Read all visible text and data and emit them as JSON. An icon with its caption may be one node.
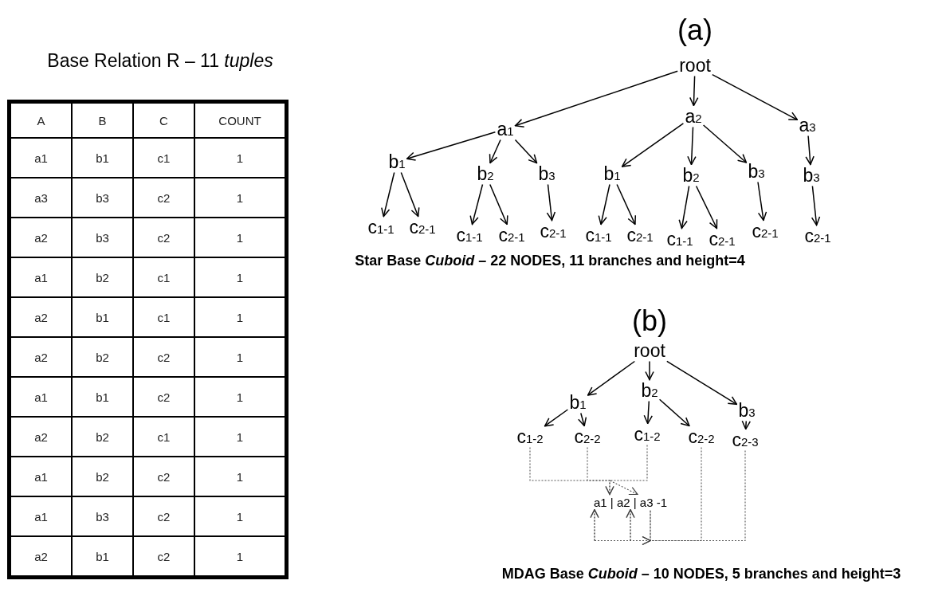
{
  "diagram": {
    "nodes": [
      {
        "text": [
          "root"
        ]
      },
      {
        "text": [
          "a$_{1}$"
        ]
      },
      {
        "text": [
          "a$_{2}$"
        ]
      },
      {
        "text": [
          "a$_{3}$"
        ]
      },
      {
        "text": [
          "b$_{1}$"
        ]
      },
      {
        "text": [
          "b$_{2}$"
        ]
      },
      {
        "text": [
          "b$_{3}$"
        ]
      },
      {
        "text": [
          "b$_{1}$"
        ]
      },
      {
        "text": [
          "b$_{2}$"
        ]
      },
      {
        "text": [
          "b$_{3}$"
        ]
      },
      {
        "text": [
          "b$_{3}$"
        ]
      },
      {
        "text": [
          "c$_{1-1}$"
        ]
      },
      {
        "text": [
          "c$_{2-1}$"
        ]
      },
      {
        "text": [
          "c$_{1-1}$"
        ]
      },
      {
        "text": [
          "c$_{2-1}$"
        ]
      },
      {
        "text": [
          "c$_{2-1}$"
        ]
      },
      {
        "text": [
          "c$_{1-1}$"
        ]
      },
      {
        "text": [
          "c$_{2-1}$"
        ]
      },
      {
        "text": [
          "c$_{1-1}$"
        ]
      },
      {
        "text": [
          "c$_{2-1}$"
        ]
      },
      {
        "text": [
          "c$_{2-1}$"
        ]
      },
      {
        "text": [
          "c$_{2-1}$"
        ]
      },
      {
        "text": [
          "root"
        ]
      },
      {
        "text": [
          "b$_{1}$"
        ]
      },
      {
        "text": [
          "b$_{2}$"
        ]
      },
      {
        "text": [
          "b$_{3}$"
        ]
      },
      {
        "text": [
          "c$_{1-2}$"
        ]
      },
      {
        "text": [
          "c$_{2-2}$"
        ]
      },
      {
        "text": [
          "c$_{1-2}$"
        ]
      },
      {
        "text": [
          "c$_{2-2}$"
        ]
      },
      {
        "text": [
          "c$_{2-3}$"
        ]
      },
      {
        "text": [
          "a1 | a2 | a3 -1"
        ]
      }
    ],
    "edges": [
      {
        "from": 0,
        "to": 1,
        "arrow": "to"
      },
      {
        "from": 0,
        "to": 2,
        "arrow": "to"
      },
      {
        "from": 0,
        "to": 3,
        "arrow": "to"
      },
      {
        "from": 1,
        "to": 4,
        "arrow": "to"
      },
      {
        "from": 1,
        "to": 5,
        "arrow": "to"
      },
      {
        "from": 1,
        "to": 6,
        "arrow": "to"
      },
      {
        "from": 2,
        "to": 7,
        "arrow": "to"
      },
      {
        "from": 2,
        "to": 8,
        "arrow": "to"
      },
      {
        "from": 2,
        "to": 9,
        "arrow": "to"
      },
      {
        "from": 3,
        "to": 10,
        "arrow": "to"
      },
      {
        "from": 4,
        "to": 11,
        "arrow": "to"
      },
      {
        "from": 4,
        "to": 12,
        "arrow": "to"
      },
      {
        "from": 5,
        "to": 13,
        "arrow": "to"
      },
      {
        "from": 5,
        "to": 14,
        "arrow": "to"
      },
      {
        "from": 6,
        "to": 15,
        "arrow": "to"
      },
      {
        "from": 7,
        "to": 16,
        "arrow": "to"
      },
      {
        "from": 7,
        "to": 17,
        "arrow": "to"
      },
      {
        "from": 8,
        "to": 18,
        "arrow": "to"
      },
      {
        "from": 8,
        "to": 19,
        "arrow": "to"
      },
      {
        "from": 9,
        "to": 20,
        "arrow": "to"
      },
      {
        "from": 10,
        "to": 21,
        "arrow": "to"
      },
      {
        "from": 22,
        "to": 23,
        "arrow": "to"
      },
      {
        "from": 22,
        "to": 24,
        "arrow": "to"
      },
      {
        "from": 22,
        "to": 25,
        "arrow": "to"
      },
      {
        "from": 23,
        "to": 26,
        "arrow": "to"
      },
      {
        "from": 23,
        "to": 27,
        "arrow": "to"
      },
      {
        "from": 24,
        "to": 28,
        "arrow": "to"
      },
      {
        "from": 24,
        "to": 29,
        "arrow": "to"
      },
      {
        "from": 25,
        "to": 30,
        "arrow": "to"
      },
      {
        "from": 26,
        "to": 31,
        "arrow": "to",
        "style": "dashed"
      },
      {
        "from": 27,
        "to": 31,
        "arrow": "to",
        "style": "dashed"
      },
      {
        "from": 28,
        "to": 31,
        "arrow": "to",
        "style": "dashed"
      },
      {
        "from": 29,
        "to": 31,
        "arrow": "to",
        "style": "dashed"
      },
      {
        "from": 30,
        "to": 31,
        "arrow": "to",
        "style": "dashed"
      }
    ],
    "labels": [
      "Base Relation R – 11 *tuples*",
      "A",
      "B",
      "C",
      "COUNT",
      "a1",
      "b1",
      "c1",
      "1",
      "a3",
      "b3",
      "c2",
      "1",
      "a2",
      "b3",
      "c2",
      "1",
      "a1",
      "b2",
      "c1",
      "1",
      "a2",
      "b1",
      "c1",
      "1",
      "a2",
      "b2",
      "c2",
      "1",
      "a1",
      "b1",
      "c2",
      "1",
      "a2",
      "b2",
      "c1",
      "1",
      "a1",
      "b2",
      "c2",
      "1",
      "a1",
      "b3",
      "c2",
      "1",
      "a2",
      "b1",
      "c2",
      "1",
      "(a)",
      "Star Base *Cuboid* – 22 NODES, 11 branches and height=4",
      "(b)",
      "MDAG Base *Cuboid* – 10 NODES, 5 branches and height=3"
    ]
  }
}
